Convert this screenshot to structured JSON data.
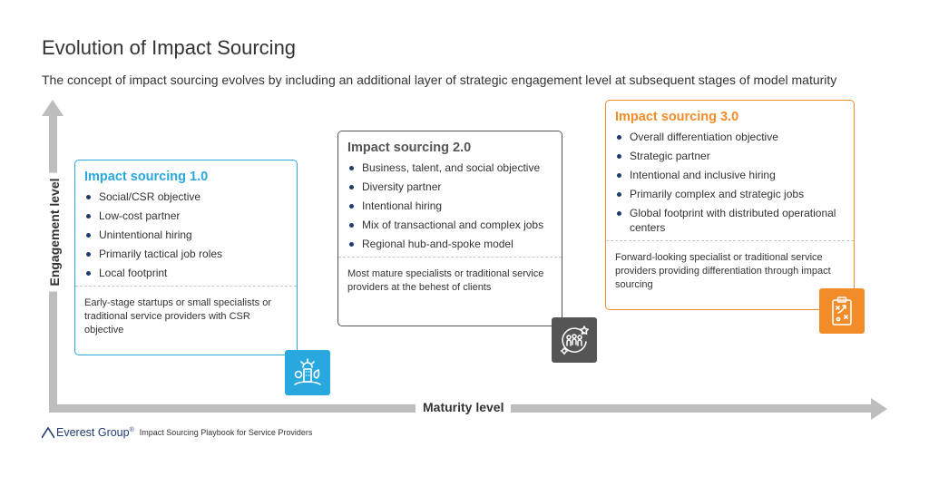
{
  "header": {
    "title": "Evolution of Impact Sourcing",
    "subtitle": "The concept of impact sourcing evolves by including an additional layer of strategic engagement level at subsequent stages of model maturity"
  },
  "axes": {
    "y_label": "Engagement level",
    "x_label": "Maturity level"
  },
  "stages": [
    {
      "title": "Impact sourcing 1.0",
      "color": "#29a8e0",
      "items": [
        "Social/CSR objective",
        "Low-cost partner",
        "Unintentional hiring",
        "Primarily tactical job roles",
        "Local footprint"
      ],
      "note": "Early-stage startups or small specialists or traditional service providers with CSR objective",
      "icon": "city-growth-icon"
    },
    {
      "title": "Impact sourcing 2.0",
      "color": "#555555",
      "items": [
        "Business, talent, and social objective",
        "Diversity partner",
        "Intentional hiring",
        "Mix of transactional and complex jobs",
        "Regional hub-and-spoke model"
      ],
      "note": "Most mature specialists or traditional service providers at the behest of clients",
      "icon": "team-network-icon"
    },
    {
      "title": "Impact sourcing 3.0",
      "color": "#f28c28",
      "items": [
        "Overall differentiation objective",
        "Strategic partner",
        "Intentional and inclusive hiring",
        "Primarily complex and strategic jobs",
        "Global footprint with distributed operational centers"
      ],
      "note": "Forward-looking specialist or traditional service providers providing differentiation through impact sourcing",
      "icon": "strategy-clipboard-icon"
    }
  ],
  "footer": {
    "brand": "Everest Group",
    "registered": "®",
    "source": "Impact Sourcing Playbook for Service Providers"
  }
}
